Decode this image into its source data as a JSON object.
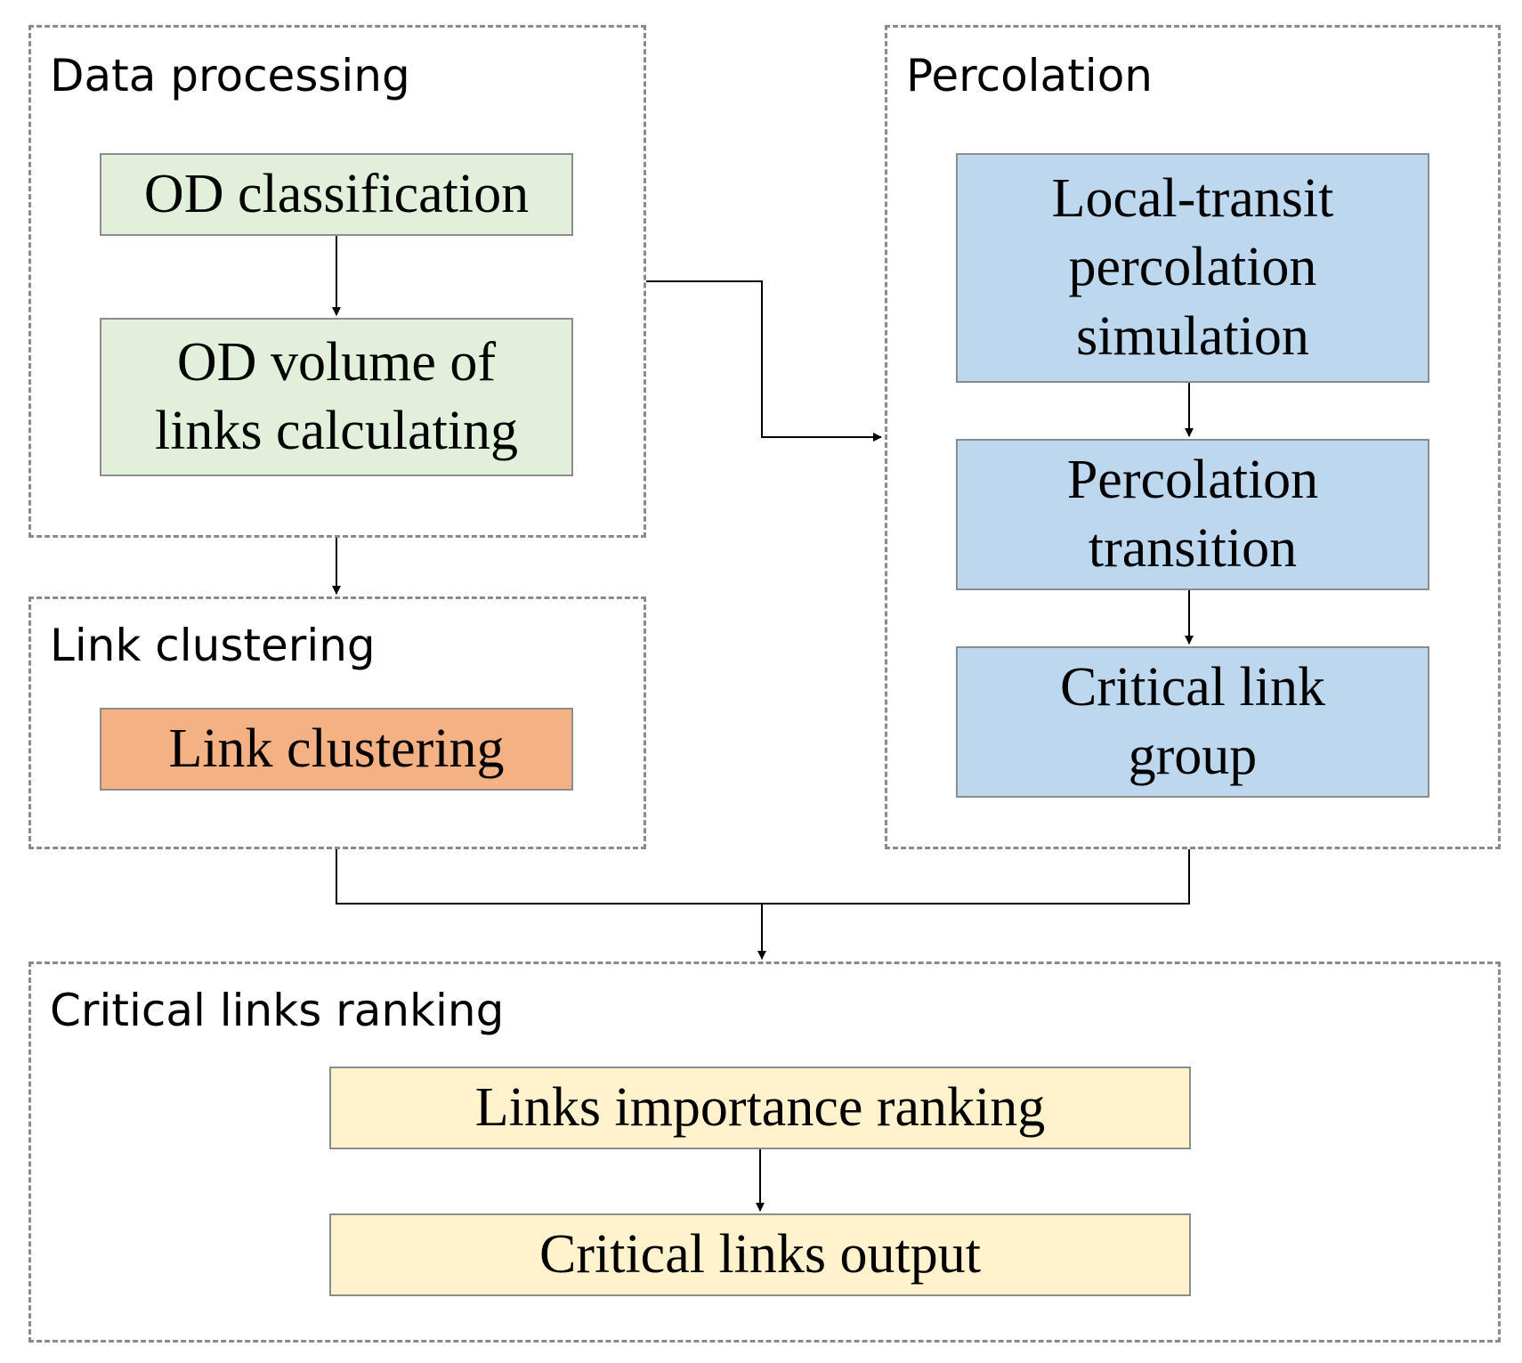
{
  "colors": {
    "green": "#e2efda",
    "blue": "#bdd7ee",
    "orange": "#f4b183",
    "yellow": "#fff2cc",
    "dash_border": "#8a8a8a",
    "arrow": "#000000"
  },
  "groups": {
    "data_processing": {
      "title": "Data processing"
    },
    "percolation": {
      "title": "Percolation"
    },
    "link_clustering": {
      "title": "Link clustering"
    },
    "critical_ranking": {
      "title": "Critical links ranking"
    }
  },
  "nodes": {
    "od_classification": {
      "lines": [
        "OD classification"
      ]
    },
    "od_volume": {
      "lines": [
        "OD volume of",
        "links calculating"
      ]
    },
    "local_transit": {
      "lines": [
        "Local-transit",
        "percolation",
        "simulation"
      ]
    },
    "percolation_transition": {
      "lines": [
        "Percolation",
        "transition"
      ]
    },
    "critical_link_group": {
      "lines": [
        "Critical link",
        "group"
      ]
    },
    "link_clustering": {
      "lines": [
        "Link clustering"
      ]
    },
    "links_importance": {
      "lines": [
        "Links importance ranking"
      ]
    },
    "critical_output": {
      "lines": [
        "Critical links output"
      ]
    }
  }
}
